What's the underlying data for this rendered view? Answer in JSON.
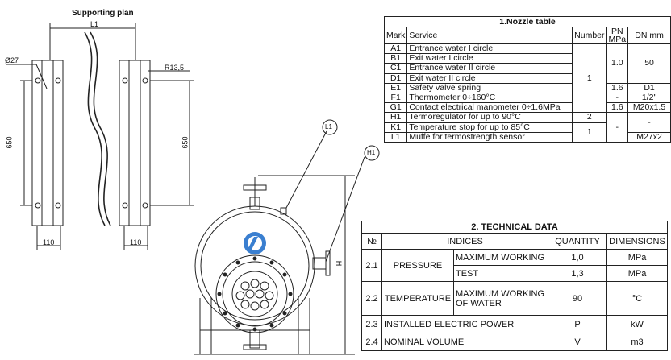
{
  "supporting_plan": {
    "title": "Supporting plan",
    "dim_l1": "L1",
    "dim_d27": "Ø27",
    "dim_r135": "R13,5",
    "dim_650_left": "650",
    "dim_650_right": "650",
    "dim_110_left": "110",
    "dim_110_right": "110"
  },
  "vessel": {
    "callout_l1": "L1",
    "callout_h1": "H1",
    "dim_h": "H"
  },
  "nozzle_table": {
    "title": "1.Nozzle table",
    "headers": {
      "mark": "Mark",
      "service": "Service",
      "number": "Number",
      "pn": "PN MPa",
      "dn": "DN mm"
    },
    "rows": [
      {
        "mark": "A1",
        "service": "Entrance water I circle"
      },
      {
        "mark": "B1",
        "service": "Exit water I circle"
      },
      {
        "mark": "C1",
        "service": "Entrance water II circle"
      },
      {
        "mark": "D1",
        "service": "Exit water II circle"
      },
      {
        "mark": "E1",
        "service": "Safety valve spring"
      },
      {
        "mark": "F1",
        "service": "Thermometer 0÷160°C"
      },
      {
        "mark": "G1",
        "service": "Contact electrical manometer  0÷1.6MPa"
      },
      {
        "mark": "H1",
        "service": "Termoregulator for up to 90°C"
      },
      {
        "mark": "K1",
        "service": "Temperature stop for up to 85°C"
      },
      {
        "mark": "L1",
        "service": "Muffe for termostrength sensor"
      }
    ],
    "number_a_g": "1",
    "number_h": "2",
    "number_k_l": "1",
    "pn_a_d": "1.0",
    "pn_e": "1.6",
    "pn_f": "-",
    "pn_g": "1.6",
    "pn_h_l": "-",
    "dn_a_d": "50",
    "dn_e": "D1",
    "dn_f": "1/2\"",
    "dn_g": "M20x1.5",
    "dn_h_k": "-",
    "dn_l": "M27x2"
  },
  "technical_data": {
    "title": "2. TECHNICAL DATA",
    "headers": {
      "no": "№",
      "indices": "INDICES",
      "quantity": "QUANTITY",
      "dimensions": "DIMENSIONS"
    },
    "r21_no": "2.1",
    "r21_index": "PRESSURE",
    "r21a_sub": "MAXIMUM WORKING",
    "r21a_qty": "1,0",
    "r21a_dim": "MPa",
    "r21b_sub": "TEST",
    "r21b_qty": "1,3",
    "r21b_dim": "MPa",
    "r22_no": "2.2",
    "r22_index": "TEMPERATURE",
    "r22_sub": "MAXIMUM WORKING OF WATER",
    "r22_qty": "90",
    "r22_dim": "°C",
    "r23_no": "2.3",
    "r23_index": "INSTALLED ELECTRIC POWER",
    "r23_qty": "P",
    "r23_dim": "kW",
    "r24_no": "2.4",
    "r24_index": "NOMINAL VOLUME",
    "r24_qty": "V",
    "r24_dim": "m3"
  },
  "colors": {
    "line": "#222222",
    "logo": "#3a7fd0"
  }
}
